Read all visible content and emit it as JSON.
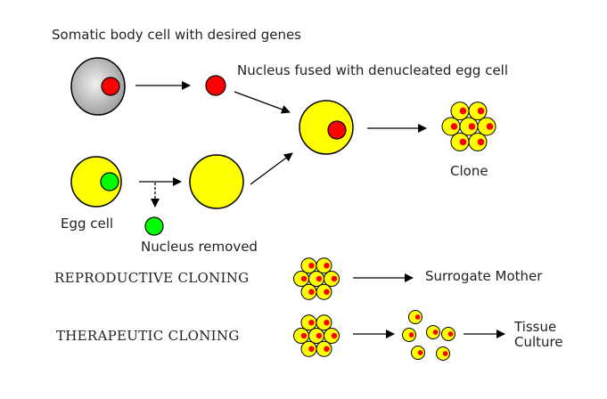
{
  "labels": {
    "somatic": "Somatic body cell with desired genes",
    "fused": "Nucleus fused with denucleated egg cell",
    "clone": "Clone",
    "egg": "Egg cell",
    "removed": "Nucleus removed",
    "reproductive": "REPRODUCTIVE CLONING",
    "surrogate": "Surrogate Mother",
    "therapeutic": "THERAPEUTIC CLONING",
    "tissue_line1": "Tissue",
    "tissue_line2": "Culture"
  },
  "colors": {
    "egg": "#ffff00",
    "somatic": "#b0b0b0",
    "nucleus_donor": "#ff0000",
    "nucleus_egg": "#00ff00",
    "stroke": "#000000"
  }
}
